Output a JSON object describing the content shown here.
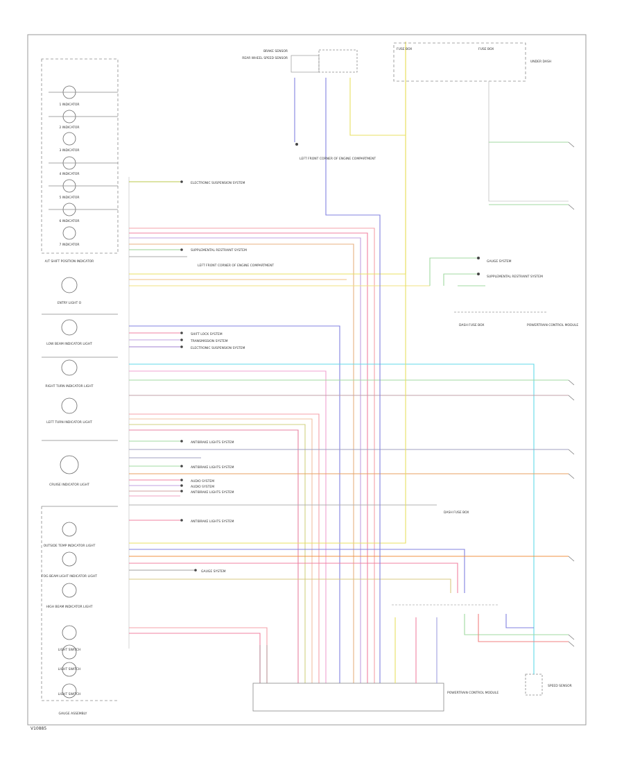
{
  "left_modules": [
    "1 INDICATOR",
    "2 INDICATOR",
    "3 INDICATOR",
    "4 INDICATOR",
    "5 INDICATOR",
    "6 INDICATOR",
    "7 INDICATOR",
    "A/T SHIFT POSITION INDICATOR",
    "ENTRY LIGHT O",
    "LOW BEAM INDICATOR LIGHT",
    "RIGHT TURN INDICATOR LIGHT",
    "LEFT TURN INDICATOR LIGHT",
    "CRUISE INDICATOR LIGHT",
    "OUTSIDE TEMP INDICATOR LIGHT",
    "FOG BEAM LIGHT INDICATOR LIGHT",
    "HIGH BEAM INDICATOR LIGHT",
    "LIGHT SWITCH",
    "LIGHT SWITCH",
    "LIGHT SWITCH"
  ],
  "bottom_left_label": "GAUGE ASSEMBLY",
  "system_labels": [
    "ELECTRONIC SUSPENSION SYSTEM",
    "SUPPLEMENTAL RESTRAINT SYSTEM",
    "SHIFT LOCK SYSTEM",
    "TRANSMISSION SYSTEM",
    "ELECTRONIC SUSPENSION SYSTEM",
    "ANTIBRAKE LIGHTS SYSTEM",
    "ANTIBRAKE LIGHTS SYSTEM",
    "AUDIO SYSTEM",
    "AUDIO SYSTEM",
    "ANTIBRAKE LIGHTS SYSTEM",
    "ANTIBRAKE LIGHTS SYSTEM",
    "GAUGE SYSTEM"
  ],
  "top_labels": {
    "sensor": "BRAKE SENSOR",
    "sensor_sub": "REAR WHEEL SPEED SENSOR",
    "ground_note": "LEFT FRONT CORNER OF ENGINE COMPARTMENT",
    "fuse_box_title": "FUSE BOX",
    "fuse_box_right": "FUSE BOX",
    "right_note": "UNDER DASH"
  },
  "right_labels": {
    "ground_mid": "LEFT FRONT CORNER OF ENGINE COMPARTMENT",
    "gauge_system": "GAUGE SYSTEM",
    "srs_system": "SUPPLEMENTAL RESTRAINT SYSTEM",
    "lower_left": "DASH FUSE BOX",
    "lower_right": "POWERTRAIN CONTROL MODULE",
    "dash_fuse": "DASH FUSE BOX"
  },
  "bottom_labels": {
    "connector_box": "POWERTRAIN CONTROL MODULE",
    "sensor_right": "SPEED SENSOR"
  },
  "footer_code": "V10885"
}
